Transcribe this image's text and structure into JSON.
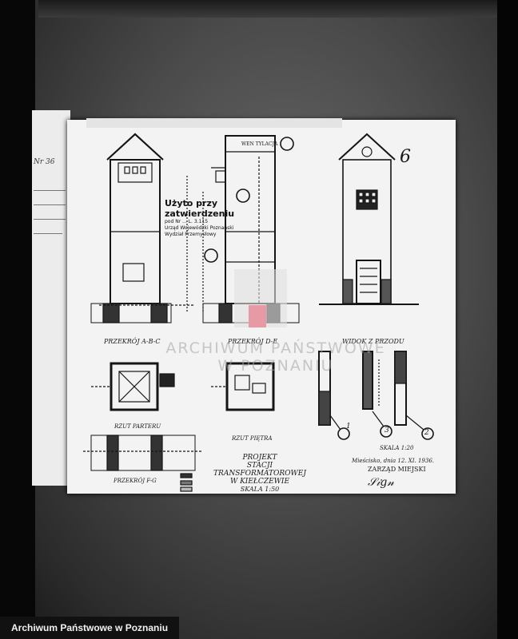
{
  "document": {
    "stamp": {
      "title": "Użyto przy zatwierdzeniu",
      "line1": "pod Nr ... L. 3.115",
      "line2": "Urząd Wojewódzki Poznański",
      "line3": "Wydział Przemysłowy"
    },
    "page_number": "6",
    "top_label": "WEN TYLACJA",
    "sections": {
      "a_b_c": "PRZEKRÓJ A-B-C",
      "d_e": "PRZEKRÓJ D-E",
      "front": "WIDOK Z PRZODU",
      "ground_floor": "RZUT PARTERU",
      "floor": "RZUT PIĘTRA",
      "f_g": "PRZEKRÓJ F-G"
    },
    "scale_detail": "SKALA 1:20",
    "project": {
      "line1": "PROJEKT",
      "line2": "STACJI TRANSFORMATOROWEJ",
      "line3": "W KIEŁCZEWIE",
      "scale": "SKALA 1:50"
    },
    "date": "Mieścisko, dnia 12. XI. 1936.",
    "office": "ZARZĄD MIEJSKI",
    "circles": [
      "1",
      "2",
      "3"
    ],
    "watermark_line1": "ARCHIWUM PAŃSTWOWE",
    "watermark_line2": "W POZNANIU",
    "back_note_text": "Nr 36"
  },
  "footer": {
    "label": "Archiwum Państwowe w Poznaniu"
  }
}
